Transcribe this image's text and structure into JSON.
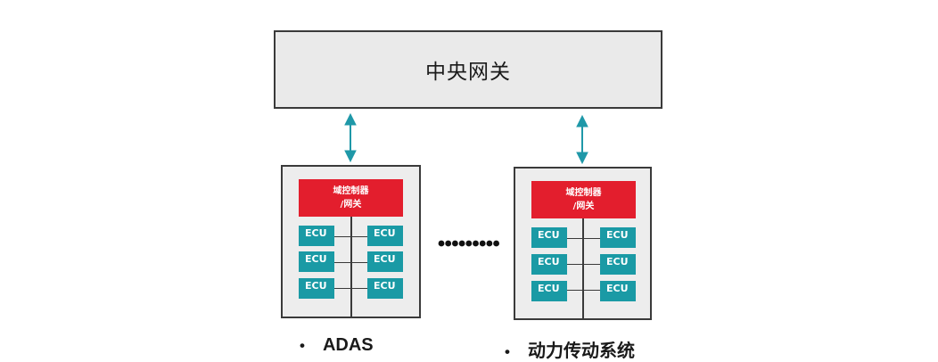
{
  "gateway": {
    "title": "中央网关"
  },
  "domains": [
    {
      "controller_lines": [
        "域控制器",
        "/网关"
      ],
      "ecus": [
        "ECU",
        "ECU",
        "ECU",
        "ECU",
        "ECU",
        "ECU"
      ],
      "label": "ADAS"
    },
    {
      "controller_lines": [
        "域控制器",
        "/网关"
      ],
      "ecus": [
        "ECU",
        "ECU",
        "ECU",
        "ECU",
        "ECU",
        "ECU"
      ],
      "label": "动力传动系统"
    }
  ],
  "bullet_glyph": "•",
  "colors": {
    "gateway_fill": "#eaeaea",
    "controller_red": "#e31e2d",
    "ecu_teal": "#1a9aa5",
    "arrow_teal": "#1f98a8",
    "domain_fill": "#ededed"
  }
}
